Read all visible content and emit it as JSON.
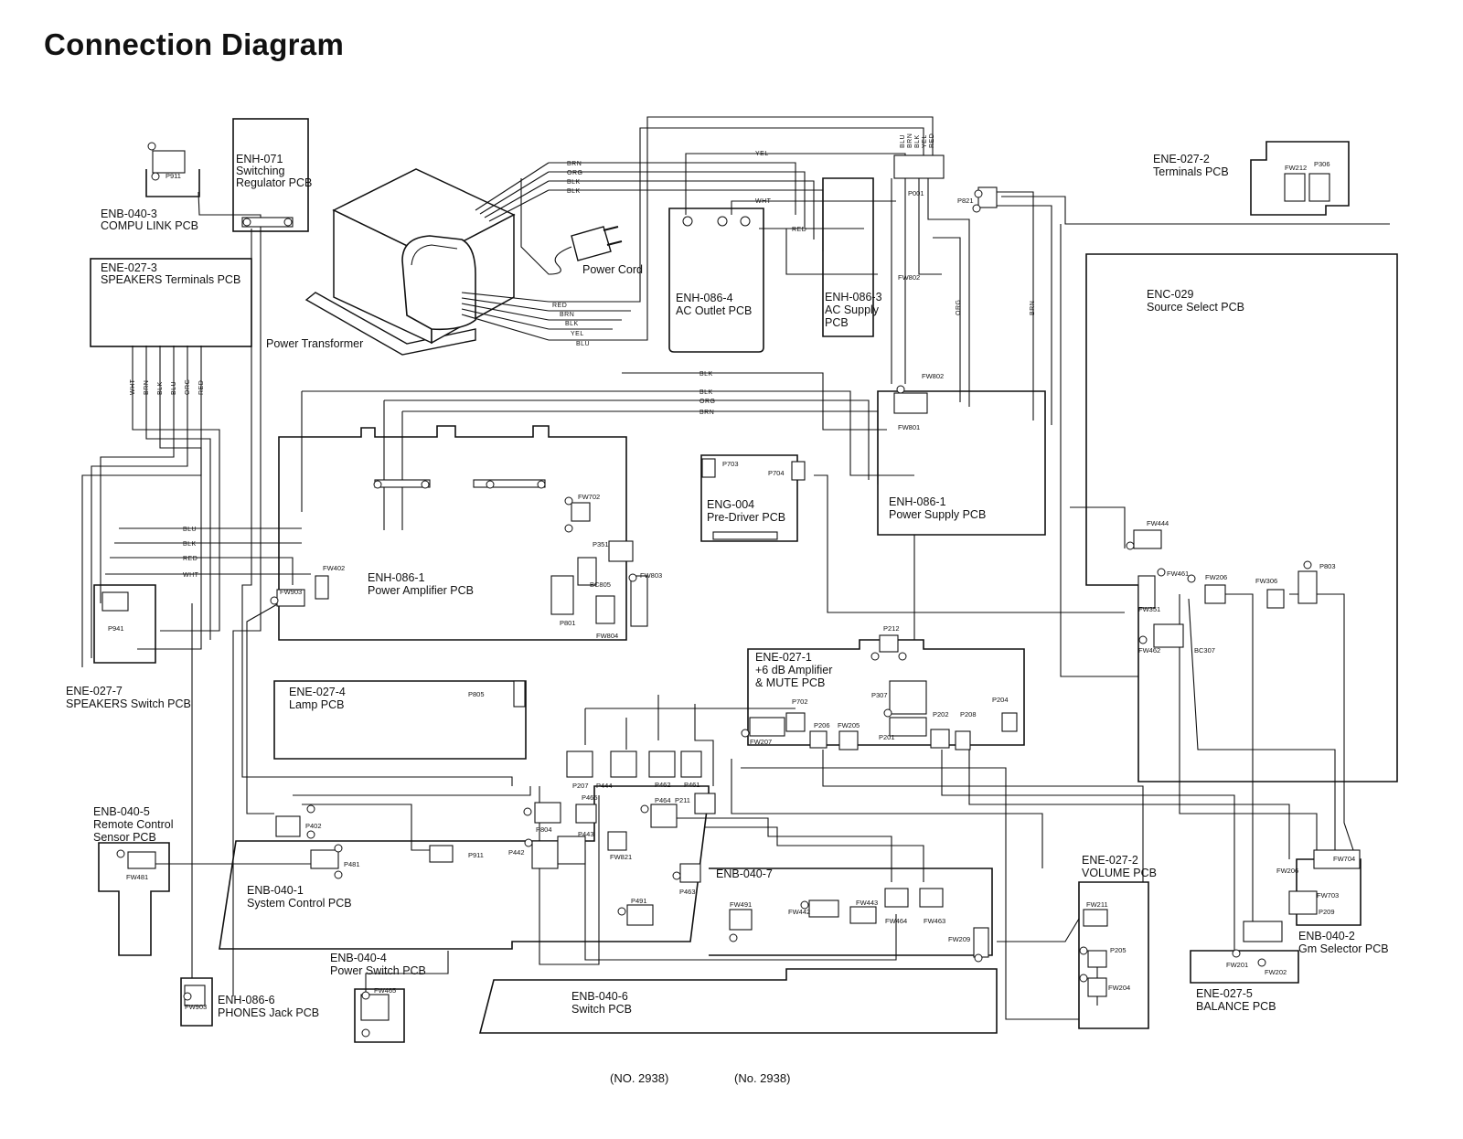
{
  "title": "Connection Diagram",
  "boards": {
    "compu_link": [
      "ENB-040-3",
      "COMPU LINK PCB"
    ],
    "switching_regulator": [
      "ENH-071",
      "Switching",
      "Regulator PCB"
    ],
    "speakers_terminals": [
      "ENE-027-3",
      "SPEAKERS Terminals PCB"
    ],
    "power_transformer": "Power Transformer",
    "power_cord": "Power Cord",
    "ac_outlet": [
      "ENH-086-4",
      "AC Outlet PCB"
    ],
    "ac_supply": [
      "ENH-086-3",
      "AC Supply",
      "PCB"
    ],
    "terminals": [
      "ENE-027-2",
      "Terminals PCB"
    ],
    "source_select": [
      "ENC-029",
      "Source Select PCB"
    ],
    "power_supply": [
      "ENH-086-1",
      "Power Supply PCB"
    ],
    "pre_driver": [
      "ENG-004",
      "Pre-Driver PCB"
    ],
    "power_amplifier": [
      "ENH-086-1",
      "Power Amplifier PCB"
    ],
    "speakers_switch": [
      "ENE-027-7",
      "SPEAKERS Switch PCB"
    ],
    "lamp": [
      "ENE-027-4",
      "Lamp PCB"
    ],
    "amp_mute": [
      "ENE-027-1",
      "+6 dB Amplifier",
      "& MUTE PCB"
    ],
    "remote_sensor": [
      "ENB-040-5",
      "Remote Control",
      "Sensor PCB"
    ],
    "system_control": [
      "ENB-040-1",
      "System Control PCB"
    ],
    "enb_040_7": "ENB-040-7",
    "volume": [
      "ENE-027-2",
      "VOLUME PCB"
    ],
    "gm_selector": [
      "ENB-040-2",
      "Gm Selector PCB"
    ],
    "balance": [
      "ENE-027-5",
      "BALANCE PCB"
    ],
    "power_switch": [
      "ENB-040-4",
      "Power Switch PCB"
    ],
    "switch_pcb": [
      "ENB-040-6",
      "Switch PCB"
    ],
    "phones_jack": [
      "ENH-086-6",
      "PHONES Jack PCB"
    ]
  },
  "connectors": {
    "P911_top": "P911",
    "P001": "P001",
    "P821": "P821",
    "FW212": "FW212",
    "P306": "P306",
    "FW802a": "FW802",
    "FW802b": "FW802",
    "FW801": "FW801",
    "P703": "P703",
    "P704": "P704",
    "FW702": "FW702",
    "P351": "P351",
    "BC805": "BC805",
    "FW803": "FW803",
    "P801": "P801",
    "FW804": "FW804",
    "FW402": "FW402",
    "FW903": "FW903",
    "P941": "P941",
    "FW444": "FW444",
    "FW461": "FW461",
    "FW206a": "FW206",
    "FW306": "FW306",
    "P803": "P803",
    "FW351": "FW351",
    "FW462": "FW462",
    "BC307": "BC307",
    "P212": "P212",
    "P805": "P805",
    "P307": "P307",
    "P702": "P702",
    "P206": "P206",
    "FW205": "FW205",
    "FW207": "FW207",
    "P201": "P201",
    "P202": "P202",
    "P208": "P208",
    "P204": "P204",
    "P207": "P207",
    "P444": "P444",
    "P462": "P462",
    "P461": "P461",
    "P211": "P211",
    "P465": "P465",
    "P464": "P464",
    "P804": "P804",
    "P443": "P443",
    "P442": "P442",
    "FW821": "FW821",
    "P402": "P402",
    "P911": "P911",
    "FW481": "FW481",
    "P481": "P481",
    "P463": "P463",
    "P491": "P491",
    "FW491": "FW491",
    "FW442": "FW442",
    "FW443": "FW443",
    "FW464": "FW464",
    "FW463": "FW463",
    "FW209": "FW209",
    "FW211": "FW211",
    "P205": "P205",
    "FW204": "FW204",
    "FW704": "FW704",
    "FW206b": "FW206",
    "FW703": "FW703",
    "P209": "P209",
    "FW201": "FW201",
    "FW202": "FW202",
    "FW465": "FW465",
    "FW903b": "FW903"
  },
  "wire_colors": {
    "transformer_top": [
      "BRN",
      "ORG",
      "BLK",
      "BLK"
    ],
    "transformer_bottom": [
      "RED",
      "BRN",
      "BLK",
      "YEL",
      "BLU"
    ],
    "speaker_wires": [
      "WHT",
      "BRN",
      "BLK",
      "BLU",
      "ORG",
      "RED"
    ],
    "p001_wires": [
      "BLU",
      "BRN",
      "BLK",
      "YEL",
      "RED"
    ],
    "amp_feed": [
      "BLU",
      "BLK",
      "RED",
      "WHT"
    ],
    "supply_feed": [
      "BLK",
      "BLK",
      "ORG",
      "BRN"
    ],
    "yel": "YEL",
    "wht": "WHT",
    "red": "RED",
    "org": "ORG",
    "brn": "BRN"
  },
  "footer": {
    "left": "(NO. 2938)",
    "right": "(No. 2938)"
  }
}
